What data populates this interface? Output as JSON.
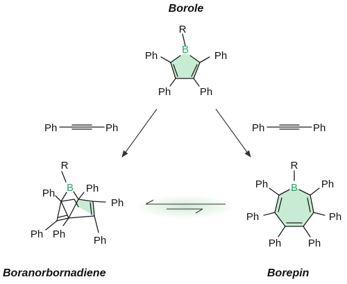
{
  "titles": {
    "top": "Borole",
    "left": "Boranorbornadiene",
    "right": "Borepin"
  },
  "atoms": {
    "boron": "B",
    "substituent": "R",
    "phenyl": "Ph"
  },
  "reagent": {
    "left_end": "Ph",
    "right_end": "Ph"
  },
  "colors": {
    "boron": "#2fa36b",
    "ring_fill": "#c8ecd3",
    "glow": "#cfe9d5"
  }
}
